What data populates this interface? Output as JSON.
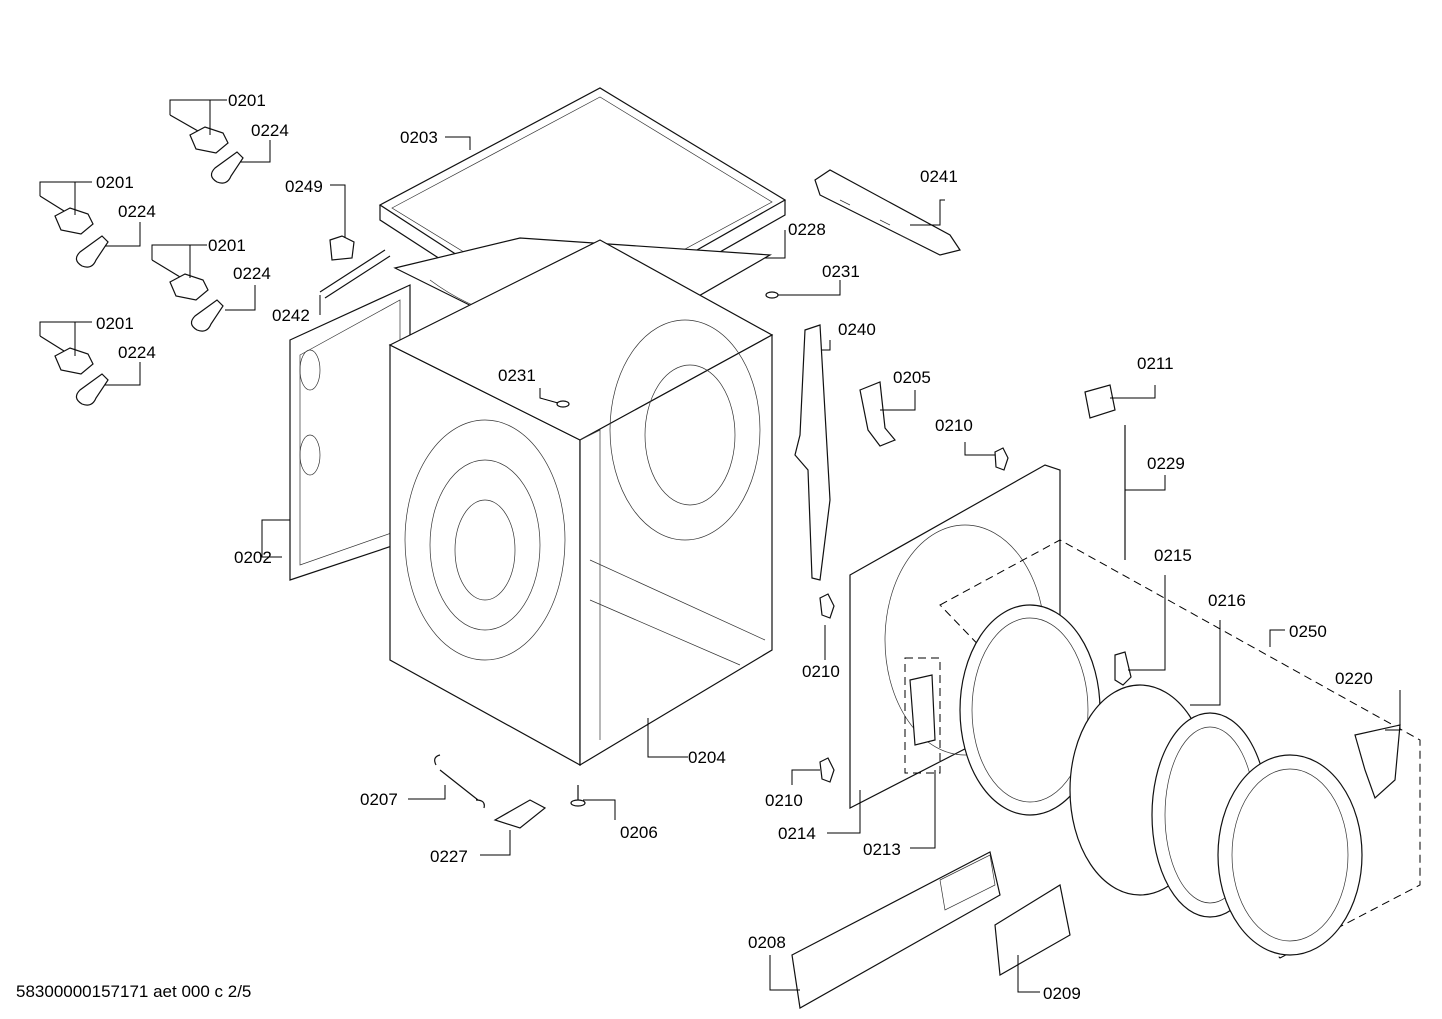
{
  "diagram": {
    "footer_code": "58300000157171 aet 000 c 2/5",
    "callouts": [
      {
        "id": "c1",
        "text": "0201"
      },
      {
        "id": "c2",
        "text": "0224"
      },
      {
        "id": "c3",
        "text": "0201"
      },
      {
        "id": "c4",
        "text": "0224"
      },
      {
        "id": "c5",
        "text": "0201"
      },
      {
        "id": "c6",
        "text": "0224"
      },
      {
        "id": "c7",
        "text": "0201"
      },
      {
        "id": "c8",
        "text": "0224"
      },
      {
        "id": "c9",
        "text": "0203"
      },
      {
        "id": "c10",
        "text": "0249"
      },
      {
        "id": "c11",
        "text": "0242"
      },
      {
        "id": "c12",
        "text": "0202"
      },
      {
        "id": "c13",
        "text": "0228"
      },
      {
        "id": "c14",
        "text": "0231"
      },
      {
        "id": "c15",
        "text": "0231"
      },
      {
        "id": "c16",
        "text": "0241"
      },
      {
        "id": "c17",
        "text": "0240"
      },
      {
        "id": "c18",
        "text": "0205"
      },
      {
        "id": "c19",
        "text": "0210"
      },
      {
        "id": "c20",
        "text": "0211"
      },
      {
        "id": "c21",
        "text": "0229"
      },
      {
        "id": "c22",
        "text": "0215"
      },
      {
        "id": "c23",
        "text": "0216"
      },
      {
        "id": "c24",
        "text": "0250"
      },
      {
        "id": "c25",
        "text": "0220"
      },
      {
        "id": "c26",
        "text": "0210"
      },
      {
        "id": "c27",
        "text": "0210"
      },
      {
        "id": "c28",
        "text": "0214"
      },
      {
        "id": "c29",
        "text": "0213"
      },
      {
        "id": "c30",
        "text": "0204"
      },
      {
        "id": "c31",
        "text": "0207"
      },
      {
        "id": "c32",
        "text": "0206"
      },
      {
        "id": "c33",
        "text": "0227"
      },
      {
        "id": "c34",
        "text": "0208"
      },
      {
        "id": "c35",
        "text": "0209"
      }
    ]
  }
}
